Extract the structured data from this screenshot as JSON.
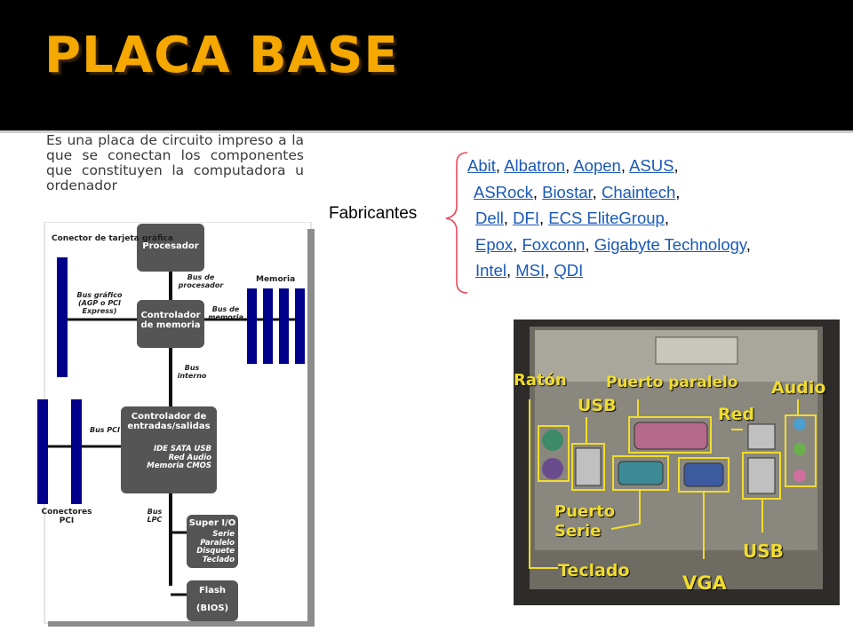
{
  "slide": {
    "title": "PLACA BASE",
    "description": "Es una placa de circuito impreso a la que se conectan los componentes que constituyen la computadora u ordenador",
    "fabricantes_label": "Fabricantes",
    "colors": {
      "title": "#f5a800",
      "header_bg": "#000000",
      "link": "#1a59b7",
      "brace": "#e84a5f",
      "diagram_bus": "#00008b",
      "diagram_box": "#555555"
    }
  },
  "manufacturers": {
    "lines": [
      [
        "Abit",
        "Albatron",
        "Aopen",
        "ASUS"
      ],
      [
        "ASRock",
        "Biostar",
        "Chaintech"
      ],
      [
        "Dell",
        "DFI",
        "ECS EliteGroup"
      ],
      [
        "Epox",
        "Foxconn",
        "Gigabyte Technology"
      ],
      [
        "Intel",
        "MSI",
        "QDI"
      ]
    ]
  },
  "diagram": {
    "conector_grafica": "Conector de tarjeta gráfica",
    "procesador": "Procesador",
    "bus_procesador": "Bus de procesador",
    "memoria": "Memoria",
    "bus_grafico": "Bus gráfico (AGP o PCI Express)",
    "controlador_memoria": "Controlador de memoria",
    "bus_memoria": "Bus de memoria",
    "bus_interno": "Bus interno",
    "controlador_es": "Controlador de entradas/salidas",
    "controlador_es_items": "IDE SATA USB Red Audio Memoria CMOS",
    "bus_pci": "Bus PCI",
    "conectores_pci": "Conectores PCI",
    "bus_lpc": "Bus LPC",
    "super_io": "Super I/O",
    "super_io_items": "Serie Paralelo Disquete Teclado",
    "flash": "Flash",
    "bios": "(BIOS)"
  },
  "photo": {
    "raton": "Ratón",
    "puerto_paralelo": "Puerto paralelo",
    "audio": "Audio",
    "usb_top": "USB",
    "red": "Red",
    "puerto_serie": "Puerto Serie",
    "teclado": "Teclado",
    "vga": "VGA",
    "usb_bottom": "USB"
  }
}
